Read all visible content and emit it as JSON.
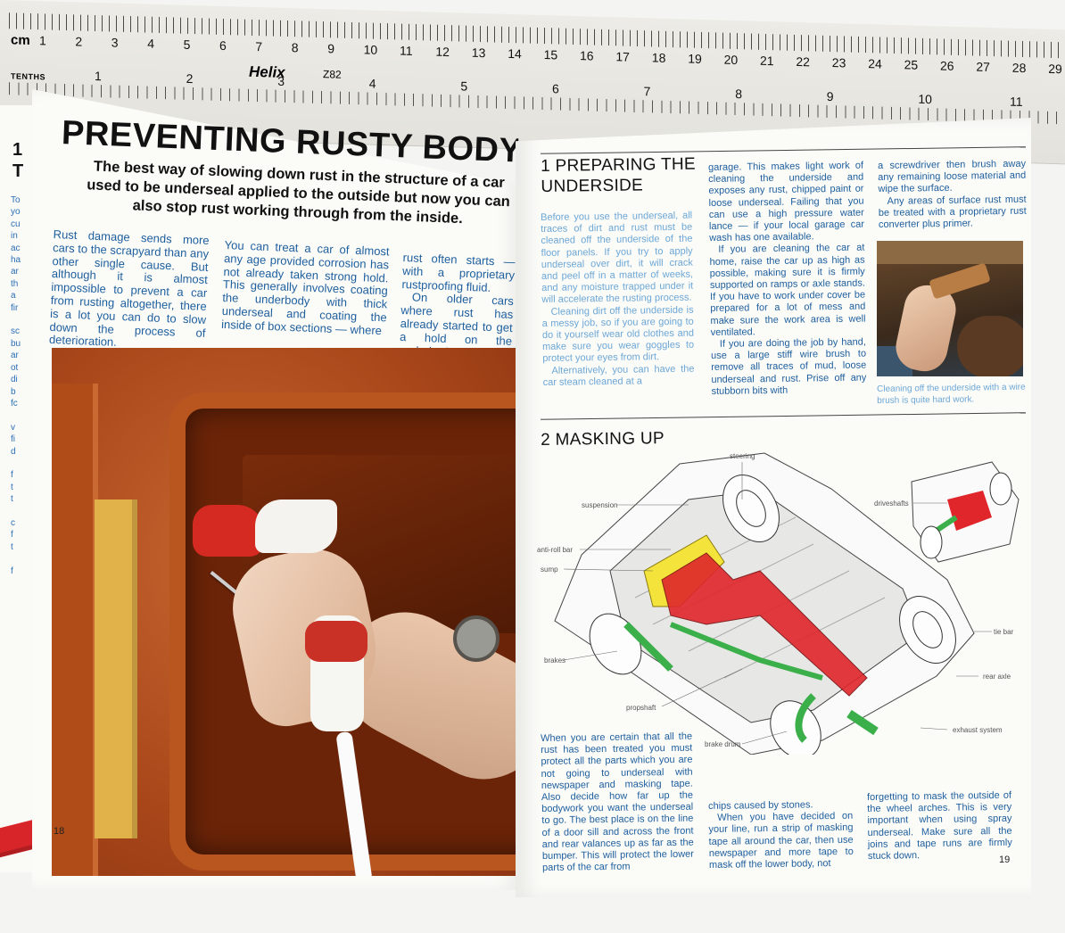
{
  "ruler": {
    "cm_label": "cm",
    "tenths_label": "TENTHS",
    "brand": "Helix",
    "model": "Z82",
    "cm_numbers": [
      "1",
      "2",
      "3",
      "4",
      "5",
      "6",
      "7",
      "8",
      "9",
      "10",
      "11",
      "12",
      "13",
      "14",
      "15",
      "16",
      "17",
      "18",
      "19",
      "20",
      "21",
      "22",
      "23",
      "24",
      "25",
      "26",
      "27",
      "28",
      "29"
    ],
    "tenths_numbers": [
      "1",
      "2",
      "3",
      "4",
      "5",
      "6",
      "7",
      "8",
      "9",
      "10",
      "11"
    ]
  },
  "left_edge": {
    "heading": [
      "1",
      "T"
    ],
    "fragments": [
      "To",
      "yo",
      "cu",
      "in",
      "ac",
      "ha",
      "ar",
      "th",
      "a",
      "fir",
      "",
      "sc",
      "bu",
      "ar",
      "ot",
      "di",
      "b",
      "fc",
      "",
      "v",
      "fi",
      "d",
      "",
      "f",
      "t",
      "t",
      "",
      "c",
      "f",
      "t",
      "",
      "f"
    ]
  },
  "left_page": {
    "title": "PREVENTING RUSTY BODYWORK",
    "intro": "The best way of slowing down rust in the structure of a car used to be underseal applied to the outside but now you can also stop rust working through from the inside.",
    "col1": [
      "Rust damage sends more cars to the scrapyard than any other single cause. But although it is almost impossible to prevent a car from rusting altogether, there is a lot you can do to slow down the process of deterioration."
    ],
    "col2": [
      "You can treat a car of almost any age provided corrosion has not already taken strong hold. This generally involves coating the underbody with thick underseal and coating the inside of box sections — where"
    ],
    "col3": [
      "rust often starts — with a proprietary rustproofing fluid.",
      "On older cars where rust has already started to get a hold on the underbody, you ought to kill it with rust preventing paint before you apply the underseal."
    ],
    "page_number": "18"
  },
  "right_page": {
    "section1_title": "1 PREPARING THE UNDERSIDE",
    "s1_col1": [
      "Before you use the underseal, all traces of dirt and rust must be cleaned off the underside of the floor panels. If you try to apply underseal over dirt, it will crack and peel off in a matter of weeks, and any moisture trapped under it will accelerate the rusting process.",
      "Cleaning dirt off the underside is a messy job, so if you are going to do it yourself wear old clothes and make sure you wear goggles to protect your eyes from dirt.",
      "Alternatively, you can have the car steam cleaned at a"
    ],
    "s1_col2": [
      "garage. This makes light work of cleaning the underside and exposes any rust, chipped paint or loose underseal. Failing that you can use a high pressure water lance — if your local garage car wash has one available.",
      "If you are cleaning the car at home, raise the car up as high as possible, making sure it is firmly supported on ramps or axle stands. If you have to work under cover be prepared for a lot of mess and make sure the work area is well ventilated.",
      "If you are doing the job by hand, use a large stiff wire brush to remove all traces of mud, loose underseal and rust. Prise off any stubborn bits with"
    ],
    "s1_col3": [
      "a screwdriver then brush away any remaining loose material and wipe the surface.",
      "Any areas of surface rust must be treated with a proprietary rust converter plus primer."
    ],
    "photo_caption": "Cleaning off the underside with a wire brush is quite hard work.",
    "section2_title": "2  MASKING UP",
    "diagram_labels": {
      "steering": "steering",
      "suspension": "suspension",
      "driveshafts": "driveshafts",
      "anti_roll_bar": "anti-roll bar",
      "sump": "sump",
      "brakes": "brakes",
      "tie_bar": "tie bar",
      "rear_axle": "rear axle",
      "propshaft": "propshaft",
      "exhaust_system": "exhaust system",
      "brake_drum": "brake drum"
    },
    "s2_col1": [
      "When you are certain that all the rust has been treated you must protect all the parts which you are not going to underseal with newspaper and masking tape. Also decide how far up the bodywork you want the underseal to go. The best place is on the line of a door sill and across the front and rear valances up as far as the bumper. This will protect the lower parts of the car from"
    ],
    "s2_col2": [
      "chips caused by stones.",
      "When you have decided on your line, run a strip of masking tape all around the car, then use newspaper and more tape to mask off the lower body, not"
    ],
    "s2_col3": [
      "forgetting to mask the outside of the wheel arches. This is very important when using spray underseal. Make sure all the joins and tape runs are firmly stuck down."
    ],
    "page_number": "19"
  },
  "colors": {
    "body_text_blue": "#1e5f9e",
    "light_text_blue": "#6da7d6",
    "highlight_red": "#e0262b",
    "highlight_yellow": "#f3e33a",
    "highlight_green": "#3bb04a"
  }
}
